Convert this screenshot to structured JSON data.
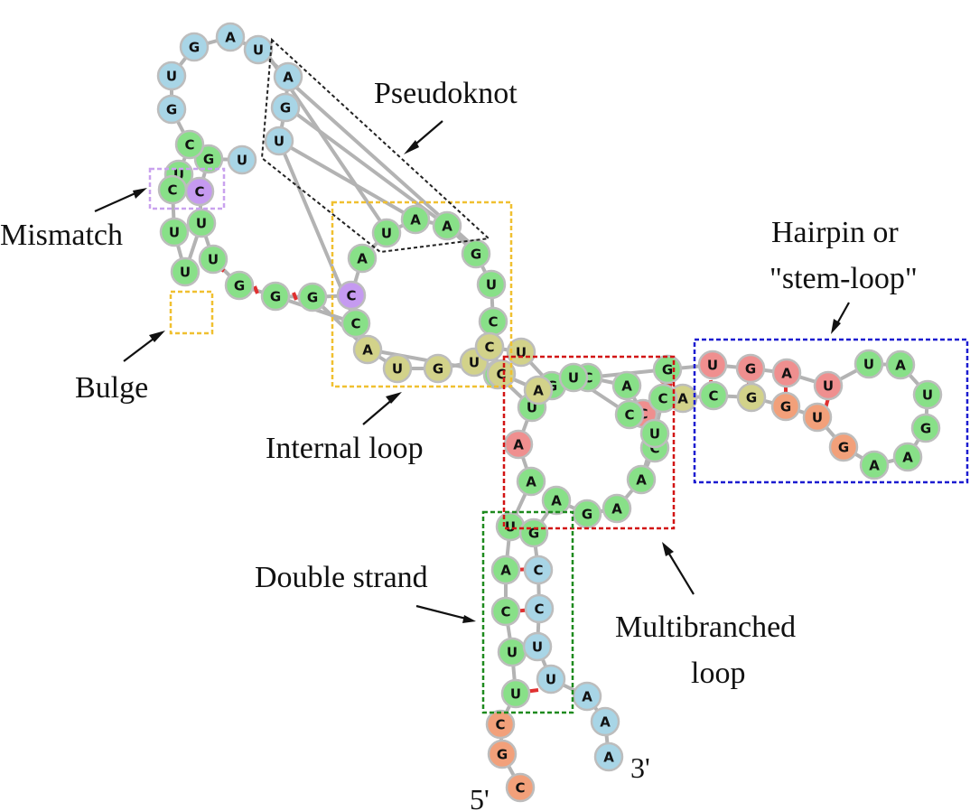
{
  "colors": {
    "stem": "#88e088",
    "loop": "#d2d28a",
    "multiloop": "#ef8f8f",
    "hairpin": "#a8d5e6",
    "mismatch": "#c59af0",
    "ends": "#f2a07a",
    "bond": "#e03030",
    "backbone": "#b3b3b3",
    "box_mismatch": "#c9a2ee",
    "box_bulge": "#f0c030",
    "box_internal": "#f0c030",
    "box_multi": "#d21414",
    "box_hairpin": "#1c1cd0",
    "box_double": "#1e8a1e"
  },
  "labels": {
    "pseudoknot": "Pseudoknot",
    "mismatch": "Mismatch",
    "bulge": "Bulge",
    "internal_loop": "Internal loop",
    "hairpin_line1": "Hairpin or",
    "hairpin_line2": "\"stem-loop\"",
    "double_strand": "Double strand",
    "multibranched_line1": "Multibranched",
    "multibranched_line2": "loop",
    "five_prime": "5'",
    "three_prime": "3'"
  },
  "nucleotides": [
    {
      "l": "C",
      "t": "ends"
    },
    {
      "l": "G",
      "t": "ends"
    },
    {
      "l": "C",
      "t": "ends"
    },
    {
      "l": "U",
      "t": "stem"
    },
    {
      "l": "U",
      "t": "stem"
    },
    {
      "l": "C",
      "t": "stem"
    },
    {
      "l": "A",
      "t": "stem"
    },
    {
      "l": "U",
      "t": "stem"
    },
    {
      "l": "A",
      "t": "stem"
    },
    {
      "l": "A",
      "t": "multiloop"
    },
    {
      "l": "U",
      "t": "stem"
    },
    {
      "l": "G",
      "t": "stem"
    },
    {
      "l": "C",
      "t": "stem"
    },
    {
      "l": "U",
      "t": "stem"
    },
    {
      "l": "G",
      "t": "stem"
    },
    {
      "l": "A",
      "t": "stem"
    },
    {
      "l": "A",
      "t": "stem"
    },
    {
      "l": "U",
      "t": "stem"
    },
    {
      "l": "A",
      "t": "stem"
    },
    {
      "l": "C",
      "t": "mismatch"
    },
    {
      "l": "C",
      "t": "stem"
    },
    {
      "l": "U",
      "t": "hairpin"
    },
    {
      "l": "G",
      "t": "hairpin"
    },
    {
      "l": "A",
      "t": "hairpin"
    },
    {
      "l": "U",
      "t": "hairpin"
    },
    {
      "l": "A",
      "t": "hairpin"
    },
    {
      "l": "G",
      "t": "hairpin"
    },
    {
      "l": "U",
      "t": "hairpin"
    },
    {
      "l": "G",
      "t": "hairpin"
    },
    {
      "l": "U",
      "t": "hairpin"
    },
    {
      "l": "G",
      "t": "stem"
    },
    {
      "l": "C",
      "t": "mismatch"
    },
    {
      "l": "U",
      "t": "stem"
    },
    {
      "l": "U",
      "t": "stem"
    },
    {
      "l": "G",
      "t": "stem"
    },
    {
      "l": "G",
      "t": "stem"
    },
    {
      "l": "G",
      "t": "stem"
    },
    {
      "l": "A",
      "t": "loop"
    },
    {
      "l": "U",
      "t": "loop"
    },
    {
      "l": "G",
      "t": "loop"
    },
    {
      "l": "U",
      "t": "loop"
    },
    {
      "l": "C",
      "t": "loop"
    },
    {
      "l": "U",
      "t": "loop"
    },
    {
      "l": "G",
      "t": "stem"
    },
    {
      "l": "C",
      "t": "stem"
    },
    {
      "l": "A",
      "t": "stem"
    },
    {
      "l": "C",
      "t": "multiloop"
    },
    {
      "l": "C",
      "t": "stem"
    },
    {
      "l": "A",
      "t": "stem"
    },
    {
      "l": "A",
      "t": "stem"
    },
    {
      "l": "G",
      "t": "stem"
    },
    {
      "l": "A",
      "t": "stem"
    },
    {
      "l": "G",
      "t": "stem"
    },
    {
      "l": "C",
      "t": "hairpin"
    },
    {
      "l": "C",
      "t": "hairpin"
    },
    {
      "l": "U",
      "t": "hairpin"
    },
    {
      "l": "U",
      "t": "hairpin"
    },
    {
      "l": "A",
      "t": "hairpin"
    },
    {
      "l": "A",
      "t": "hairpin"
    },
    {
      "l": "A",
      "t": "hairpin"
    },
    {
      "l": "C",
      "t": "stem"
    },
    {
      "l": "U",
      "t": "stem"
    },
    {
      "l": "C",
      "t": "stem"
    },
    {
      "l": "U",
      "t": "stem"
    },
    {
      "l": "U",
      "t": "stem"
    },
    {
      "l": "G",
      "t": "stem"
    },
    {
      "l": "U",
      "t": "multiloop"
    },
    {
      "l": "G",
      "t": "multiloop"
    },
    {
      "l": "A",
      "t": "multiloop"
    },
    {
      "l": "U",
      "t": "multiloop"
    },
    {
      "l": "U",
      "t": "stem"
    },
    {
      "l": "A",
      "t": "stem"
    },
    {
      "l": "U",
      "t": "stem"
    },
    {
      "l": "G",
      "t": "stem"
    },
    {
      "l": "A",
      "t": "stem"
    },
    {
      "l": "A",
      "t": "stem"
    },
    {
      "l": "G",
      "t": "ends"
    },
    {
      "l": "U",
      "t": "ends"
    },
    {
      "l": "G",
      "t": "ends"
    },
    {
      "l": "G",
      "t": "loop"
    },
    {
      "l": "C",
      "t": "stem"
    },
    {
      "l": "A",
      "t": "loop"
    },
    {
      "l": "C",
      "t": "loop"
    },
    {
      "l": "A",
      "t": "loop"
    },
    {
      "l": "U",
      "t": "stem"
    },
    {
      "l": "C",
      "t": "stem"
    },
    {
      "l": "C",
      "t": "stem"
    },
    {
      "l": "U",
      "t": "stem"
    },
    {
      "l": "C",
      "t": "loop"
    }
  ]
}
